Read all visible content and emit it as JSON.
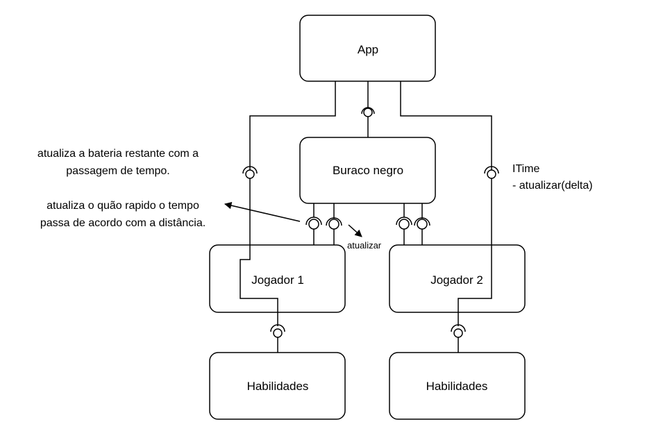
{
  "nodes": {
    "app": "App",
    "buraco_negro": "Buraco negro",
    "jogador_1": "Jogador 1",
    "jogador_2": "Jogador 2",
    "habilidades_1": "Habilidades",
    "habilidades_2": "Habilidades"
  },
  "annotations": {
    "bateria_line1": "atualiza a bateria restante com a",
    "bateria_line2": "passagem de tempo.",
    "tempo_line1": "atualiza o quão rapido o tempo",
    "tempo_line2": "passa de acordo com a distância.",
    "itime_title": "ITime",
    "itime_method": "- atualizar(delta)",
    "atualizar": "atualizar"
  }
}
